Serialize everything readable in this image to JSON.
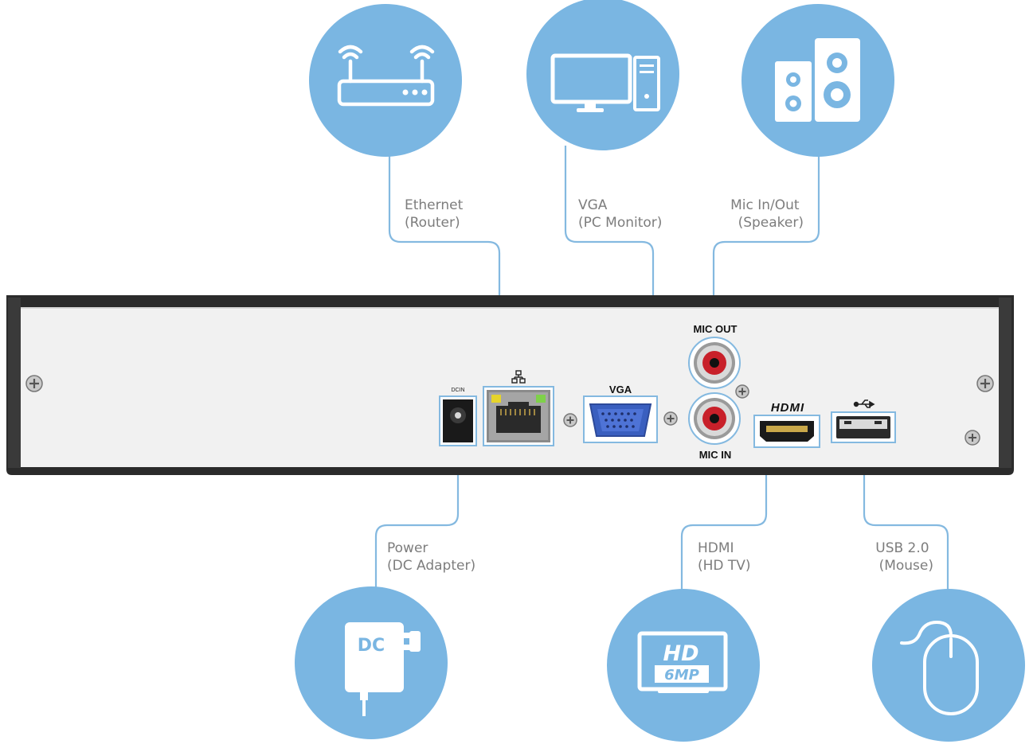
{
  "colors": {
    "accent_blue": "#7ab6e2",
    "line_blue": "#84b9e0",
    "icon_white": "#ffffff",
    "label_gray": "#7d7d7d",
    "device_dark": "#2b2b2b",
    "device_panel": "#f1f1f1"
  },
  "labels": {
    "ethernet": [
      "Ethernet",
      "(Router)"
    ],
    "vga": [
      "VGA",
      "(PC Monitor)"
    ],
    "mic": [
      "Mic In/Out",
      "(Speaker)"
    ],
    "power": [
      "Power",
      "(DC Adapter)"
    ],
    "hdmi": [
      "HDMI",
      "(HD TV)"
    ],
    "usb": [
      "USB 2.0",
      "(Mouse)"
    ]
  },
  "device": {
    "dc_in": "DCIN",
    "vga": "VGA",
    "mic_out": "MIC OUT",
    "mic_in": "MIC IN",
    "hdmi_logo": "HDMI"
  },
  "icons": {
    "top": [
      "router-icon",
      "pc-monitor-icon",
      "speaker-icon"
    ],
    "bottom": [
      "dc-adapter-icon",
      "hd-tv-icon",
      "mouse-icon"
    ],
    "dc_text": "DC",
    "hd_text": "HD",
    "mp_text": "6MP"
  }
}
